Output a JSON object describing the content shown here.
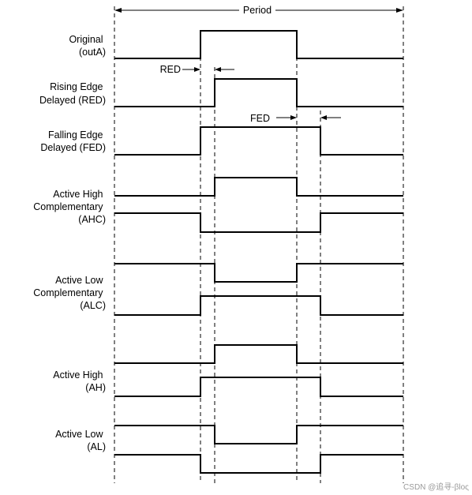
{
  "period_label": "Period",
  "red_label": "RED",
  "fed_label": "FED",
  "signals": [
    {
      "name": "original",
      "lines": [
        "Original",
        "(outA)"
      ]
    },
    {
      "name": "red",
      "lines": [
        "Rising Edge",
        "Delayed (RED)"
      ]
    },
    {
      "name": "fed",
      "lines": [
        "Falling Edge",
        "Delayed (FED)"
      ]
    },
    {
      "name": "ahc",
      "lines": [
        "Active High",
        "Complementary",
        "(AHC)"
      ]
    },
    {
      "name": "alc",
      "lines": [
        "Active Low",
        "Complementary",
        "(ALC)"
      ]
    },
    {
      "name": "ah",
      "lines": [
        "Active High",
        "(AH)"
      ]
    },
    {
      "name": "al",
      "lines": [
        "Active Low",
        "(AL)"
      ]
    }
  ],
  "watermark": "CSDN @追寻-βloς"
}
